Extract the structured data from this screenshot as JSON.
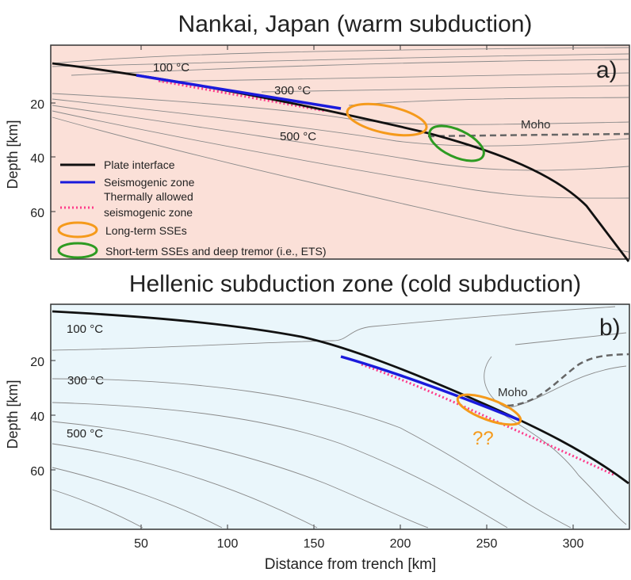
{
  "panel_a": {
    "title": "Nankai, Japan (warm subduction)",
    "label": "a)",
    "bg_color": "#fbe0d8",
    "isotherm_labels": [
      "100 °C",
      "300 °C",
      "500 °C"
    ],
    "moho_label": "Moho",
    "legend": [
      {
        "symbol": "line",
        "color": "#111111",
        "text": "Plate interface"
      },
      {
        "symbol": "line",
        "color": "#1a1adc",
        "text": "Seismogenic zone"
      },
      {
        "symbol": "dotted",
        "color": "#ff3b8a",
        "text": "Thermally allowed",
        "text2": "seismogenic zone"
      },
      {
        "symbol": "ellipse",
        "color": "#f59a1b",
        "text": "Long-term SSEs"
      },
      {
        "symbol": "ellipse",
        "color": "#2e9b22",
        "text": "Short-term SSEs and deep tremor (i.e., ETS)"
      }
    ]
  },
  "panel_b": {
    "title": "Hellenic subduction zone (cold subduction)",
    "label": "b)",
    "bg_color": "#eaf6fb",
    "isotherm_labels": [
      "100 °C",
      "300 °C",
      "500 °C"
    ],
    "moho_label": "Moho",
    "question": "??"
  },
  "axes": {
    "ylabel": "Depth [km]",
    "xlabel": "Distance from trench [km]",
    "y_ticks": [
      "20",
      "40",
      "60"
    ],
    "x_ticks": [
      "50",
      "100",
      "150",
      "200",
      "250",
      "300"
    ]
  },
  "colors": {
    "plate_interface": "#111111",
    "seismogenic_zone": "#1a1adc",
    "thermal_zone": "#ff3b8a",
    "long_term_sse": "#f59a1b",
    "ets": "#2e9b22",
    "moho": "#666666",
    "isotherm": "#8a8a8a"
  }
}
